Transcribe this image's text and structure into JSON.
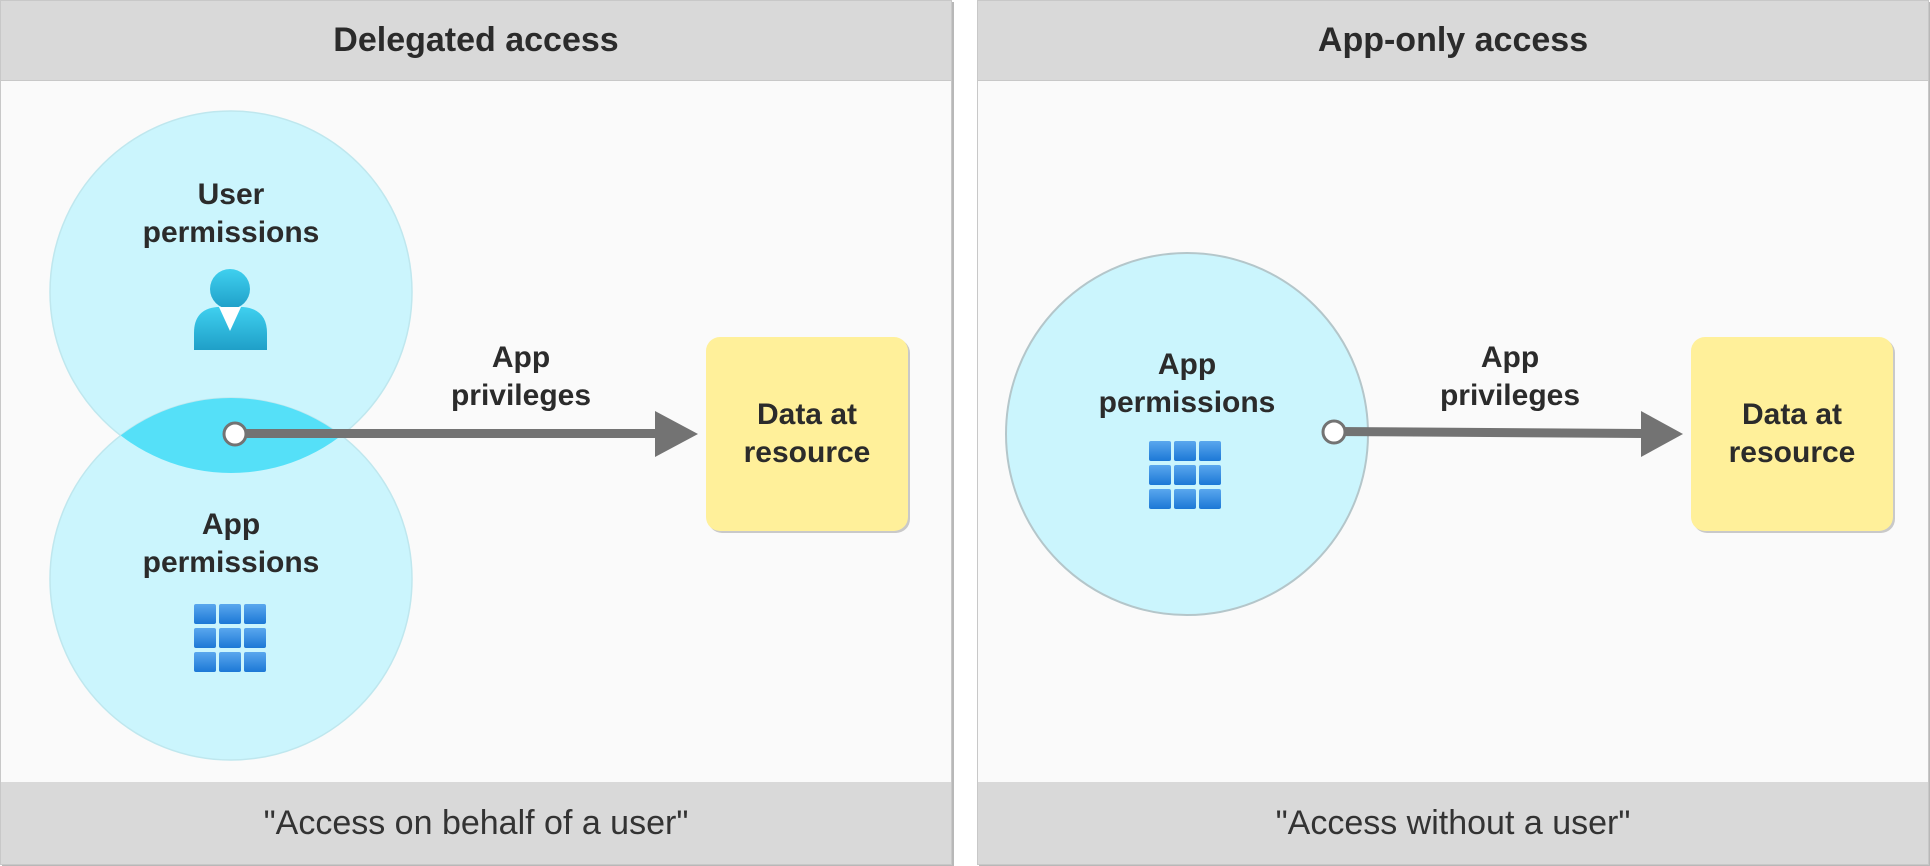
{
  "delegated": {
    "title": "Delegated access",
    "user_circle_label_line1": "User",
    "user_circle_label_line2": "permissions",
    "app_circle_label_line1": "App",
    "app_circle_label_line2": "permissions",
    "arrow_label_line1": "App",
    "arrow_label_line2": "privileges",
    "resource_line1": "Data at",
    "resource_line2": "resource",
    "footer": "\"Access on behalf of a user\""
  },
  "app_only": {
    "title": "App-only access",
    "app_circle_label_line1": "App",
    "app_circle_label_line2": "permissions",
    "arrow_label_line1": "App",
    "arrow_label_line2": "privileges",
    "resource_line1": "Data at",
    "resource_line2": "resource",
    "footer": "\"Access without a user\""
  },
  "colors": {
    "circle_fill": "#cbf5fd",
    "overlap_fill": "#55e0f8",
    "resource_fill": "#fff09a",
    "arrow": "#737373",
    "header_bg": "#d9d9d9",
    "icon_blue_light": "#5aa7ee",
    "icon_blue_dark": "#1c78d6",
    "user_icon": "#2bb8dc"
  },
  "icons": {
    "user": "user-icon",
    "app": "app-grid-icon"
  }
}
